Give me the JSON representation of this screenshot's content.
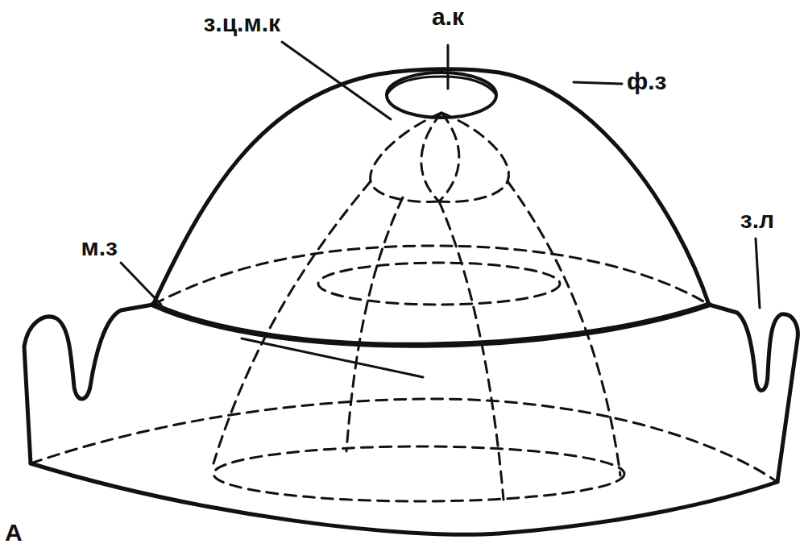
{
  "diagram": {
    "labels": [
      "а.к",
      "з.ц.м.к",
      "ф.з",
      "м.з",
      "з.л",
      "А"
    ]
  }
}
